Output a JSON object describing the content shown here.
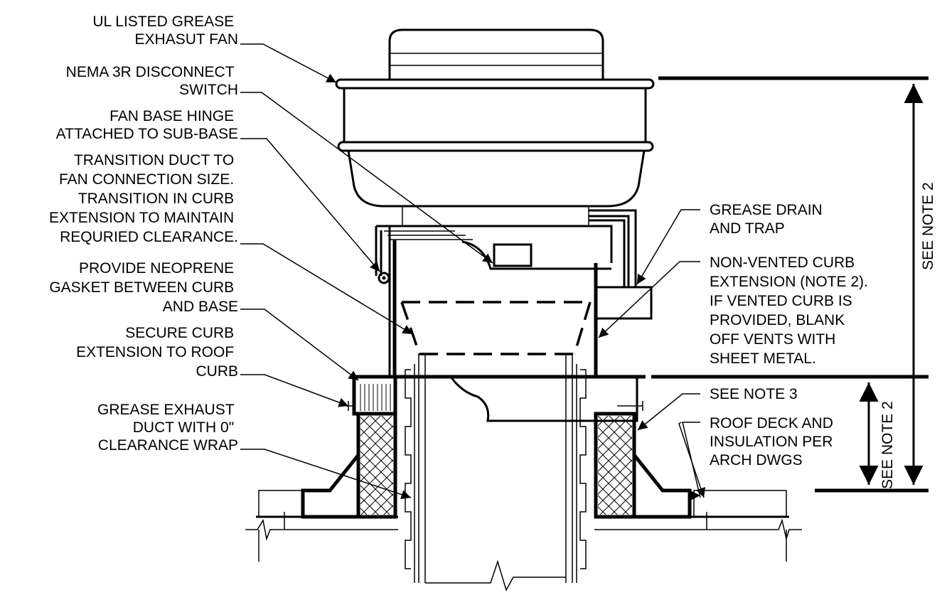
{
  "labels_left": [
    {
      "id": "fan",
      "lines": [
        "UL LISTED GREASE",
        "EXHASUT FAN"
      ]
    },
    {
      "id": "disconnect",
      "lines": [
        "NEMA 3R DISCONNECT",
        "SWITCH"
      ]
    },
    {
      "id": "hinge",
      "lines": [
        "FAN BASE HINGE",
        "ATTACHED TO SUB-BASE"
      ]
    },
    {
      "id": "transition",
      "lines": [
        "TRANSITION DUCT TO",
        "FAN CONNECTION SIZE.",
        "TRANSITION IN CURB",
        "EXTENSION TO MAINTAIN",
        "REQURIED CLEARANCE."
      ]
    },
    {
      "id": "gasket",
      "lines": [
        "PROVIDE NEOPRENE",
        "GASKET BETWEEN CURB",
        "AND BASE"
      ]
    },
    {
      "id": "secure",
      "lines": [
        "SECURE CURB",
        "EXTENSION TO ROOF",
        "CURB"
      ]
    },
    {
      "id": "duct",
      "lines": [
        "GREASE EXHAUST",
        "DUCT WITH 0\"",
        "CLEARANCE WRAP"
      ]
    }
  ],
  "labels_right": [
    {
      "id": "drain",
      "lines": [
        "GREASE DRAIN",
        "AND TRAP"
      ]
    },
    {
      "id": "curb-ext",
      "lines": [
        "NON-VENTED CURB",
        "EXTENSION (NOTE 2).",
        "IF VENTED CURB IS",
        "PROVIDED, BLANK",
        "OFF VENTS WITH",
        "SHEET METAL."
      ]
    },
    {
      "id": "note3",
      "lines": [
        "SEE NOTE 3"
      ]
    },
    {
      "id": "roof-deck",
      "lines": [
        "ROOF DECK AND",
        "INSULATION PER",
        "ARCH DWGS"
      ]
    }
  ],
  "dimensions": {
    "overall": "SEE NOTE 2",
    "curb": "SEE NOTE 2"
  }
}
